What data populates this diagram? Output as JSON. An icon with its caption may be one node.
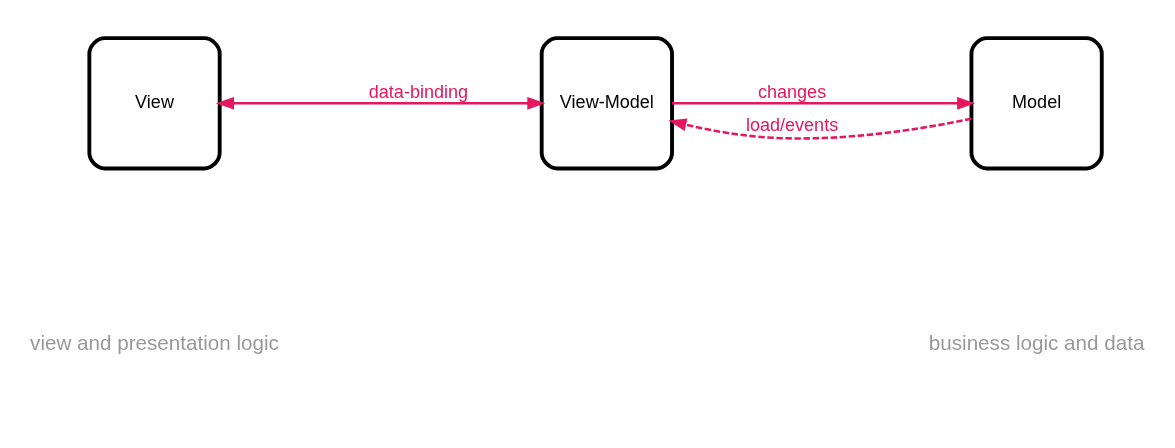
{
  "diagram": {
    "nodes": [
      {
        "text": [
          "View"
        ]
      },
      {
        "text": [
          "View-Model"
        ]
      },
      {
        "text": [
          "Model"
        ]
      }
    ],
    "edges": [
      {
        "from": 0,
        "to": 1,
        "arrow": "both",
        "label": "data-binding"
      },
      {
        "from": 1,
        "to": 2,
        "arrow": "to",
        "label": "changes"
      },
      {
        "from": 2,
        "to": 1,
        "arrow": "to",
        "label": "load/events",
        "style": "dashed"
      }
    ],
    "labels": [
      "view and presentation logic",
      "business logic and data"
    ]
  }
}
